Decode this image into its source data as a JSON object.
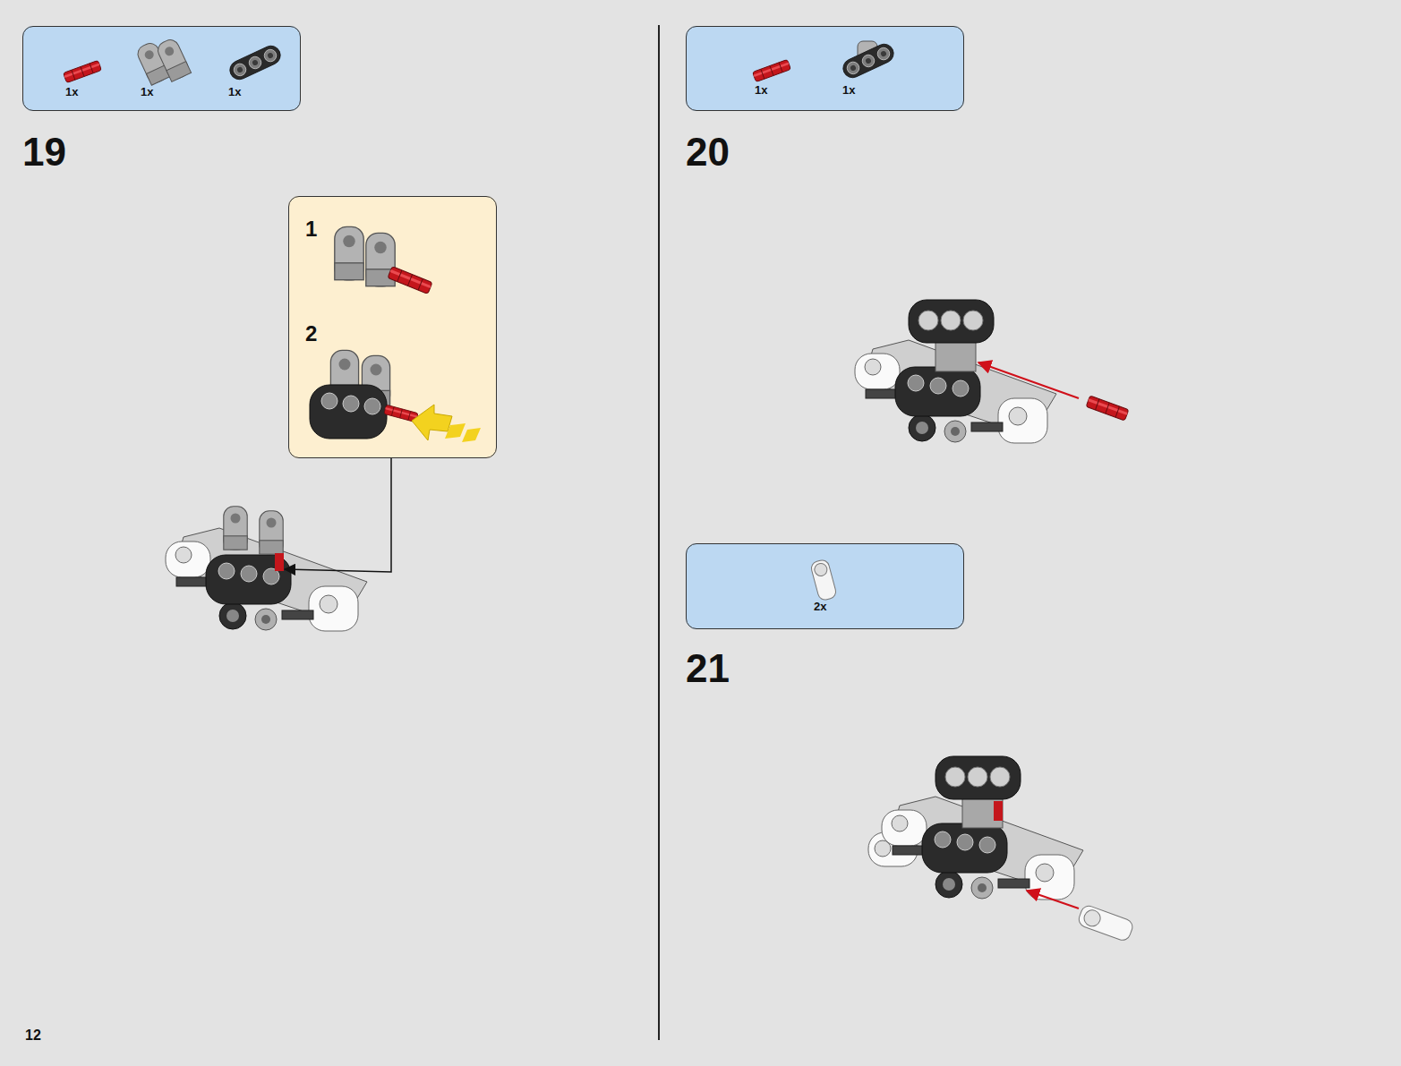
{
  "diagram": {
    "nodes": [
      {
        "text": [
          "1x",
          "1x",
          "1x"
        ]
      },
      {
        "text": [
          "1",
          "2"
        ]
      },
      {
        "text": [
          "1x",
          "1x"
        ]
      },
      {
        "text": [
          "2x"
        ]
      }
    ],
    "labels": [
      "19",
      "20",
      "21",
      "12"
    ]
  }
}
